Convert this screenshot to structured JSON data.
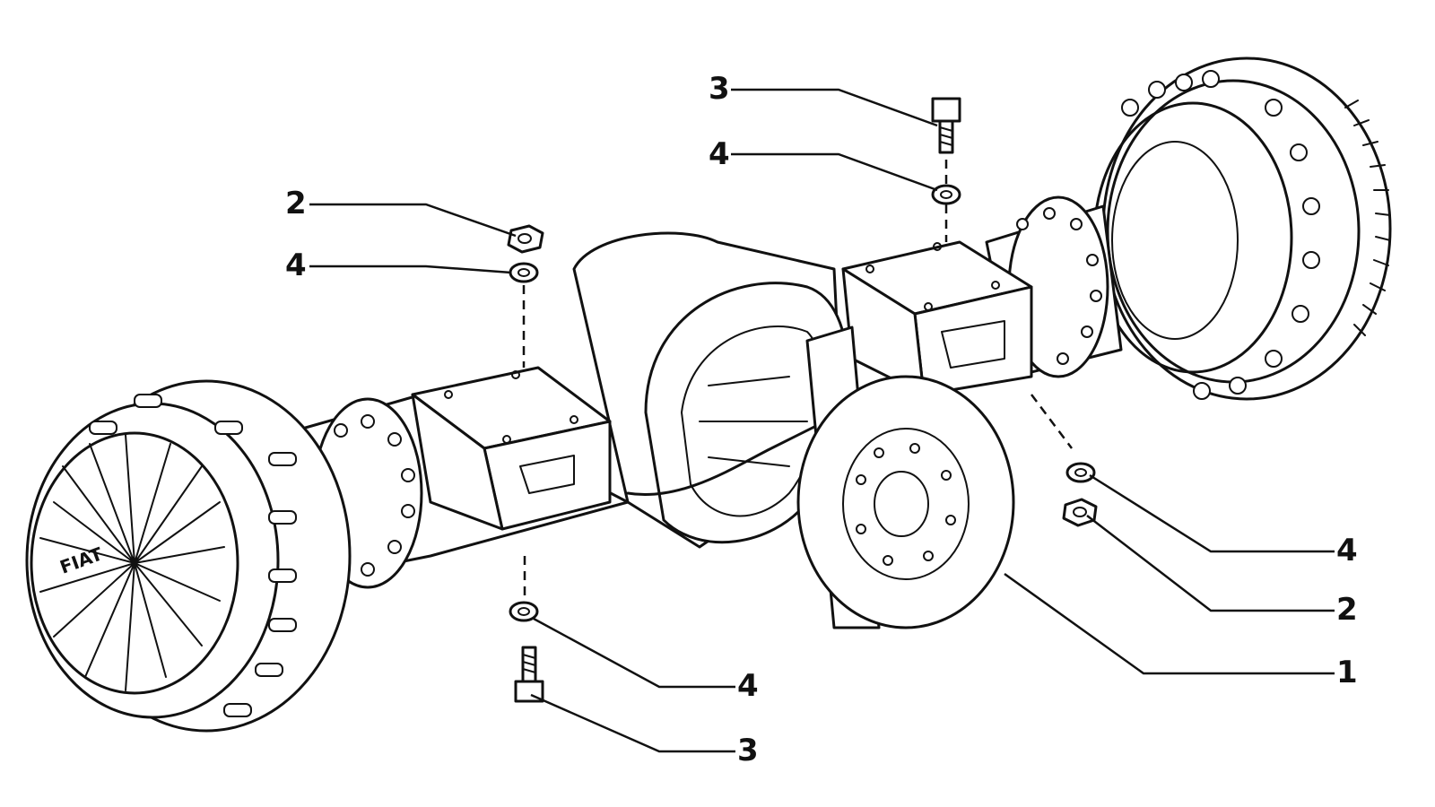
{
  "diagram": {
    "callouts": {
      "top_3": "3",
      "top_4": "4",
      "left_2": "2",
      "left_4": "4",
      "right_4": "4",
      "right_2": "2",
      "right_1": "1",
      "bottom_4": "4",
      "bottom_3": "3"
    },
    "wheel_stamp": "FIAT"
  },
  "colors": {
    "ink": "#111111",
    "paper": "#ffffff"
  }
}
